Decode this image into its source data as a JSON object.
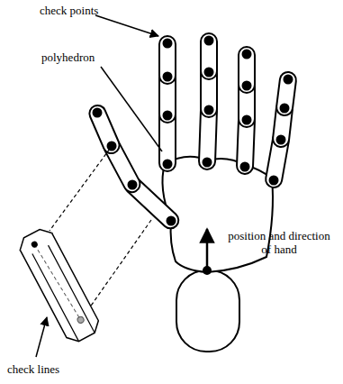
{
  "diagram": {
    "labels": [
      "check points",
      "polyhedron",
      "position and direction of hand",
      "check lines"
    ]
  }
}
